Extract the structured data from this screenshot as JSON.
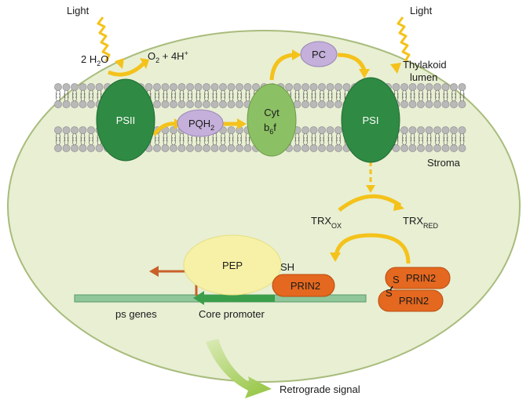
{
  "labels": {
    "light_left": "Light",
    "light_right": "Light",
    "water_coef": "2 H",
    "water_sub": "2",
    "water_o": "O",
    "oxygen_o": "O",
    "oxygen_sub": "2",
    "oxygen_rest": " + 4H",
    "oxygen_sup": "+",
    "psii": "PSII",
    "pqh": "PQH",
    "pqh_sub": "2",
    "cyt_line1": "Cyt",
    "cyt_b": "b",
    "cyt_sub": "6",
    "cyt_f": "f",
    "pc": "PC",
    "psi": "PSI",
    "thylakoid_lumen_line1": "Thylakoid",
    "thylakoid_lumen_line2": "lumen",
    "stroma": "Stroma",
    "trx_ox": "TRX",
    "trx_ox_sub": "OX",
    "trx_red": "TRX",
    "trx_red_sub": "RED",
    "pep": "PEP",
    "sh": "SH",
    "prin2_bound": "PRIN2",
    "prin2_dimer_top": "PRIN2",
    "prin2_dimer_bottom": "PRIN2",
    "disulfide_s1": "S",
    "disulfide_s2": "S",
    "ps_genes": "ps genes",
    "core_promoter": "Core promoter",
    "retrograde_signal": "Retrograde signal"
  },
  "colors": {
    "chloroplast_fill": "#e8efd3",
    "chloroplast_stroke": "#a9bc7c",
    "photosystem_green": "#2f8a43",
    "cyt_green": "#8cc064",
    "carrier_purple": "#c4b0da",
    "electron_arrow": "#f4c21a",
    "pep_yellow": "#f6f1a6",
    "prin2_orange": "#e4681f",
    "dna_green": "#8fc79a",
    "promoter_green": "#3b9e4a",
    "transcript_orange": "#c9602a",
    "lipid_head": "#b9b9b9"
  }
}
